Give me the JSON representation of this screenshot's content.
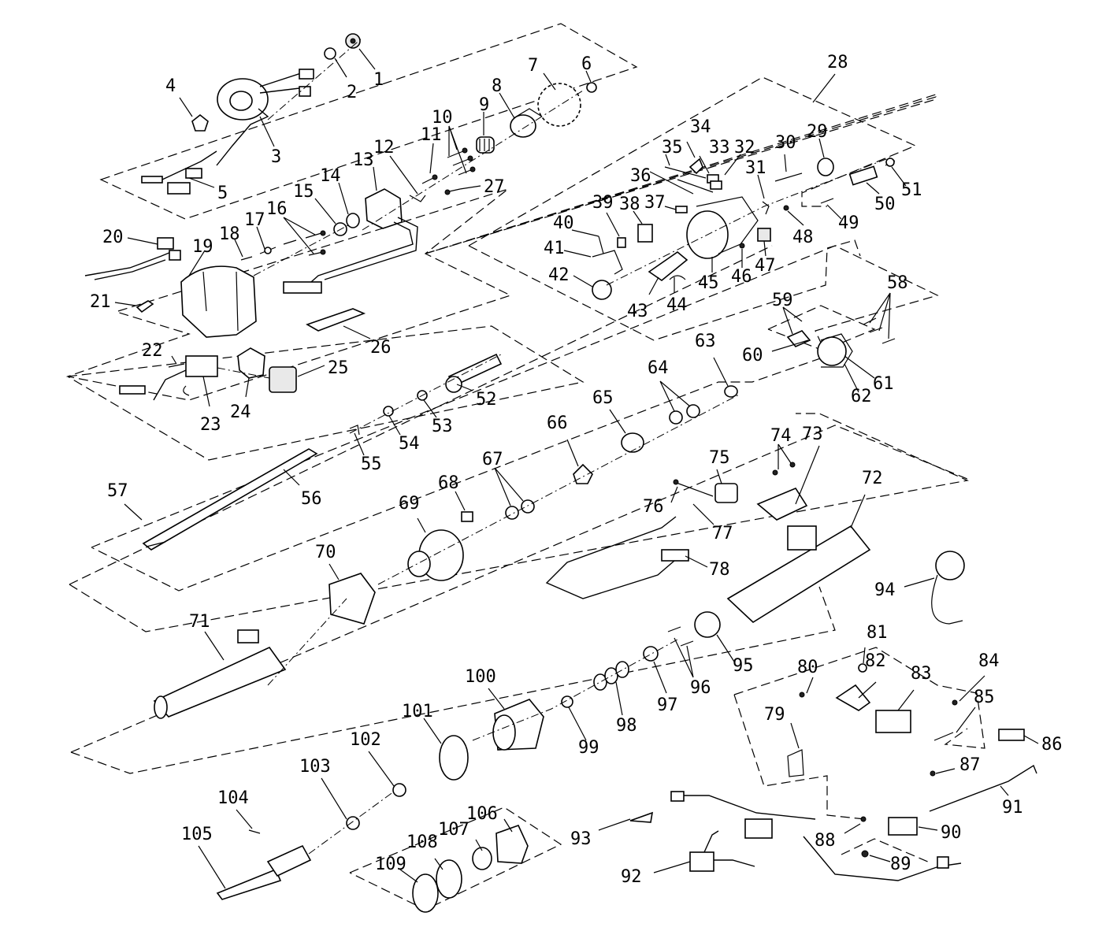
{
  "labels": {
    "l1": "1",
    "l2": "2",
    "l3": "3",
    "l4": "4",
    "l5": "5",
    "l6": "6",
    "l7": "7",
    "l8": "8",
    "l9": "9",
    "l10": "10",
    "l11": "11",
    "l12": "12",
    "l13": "13",
    "l14": "14",
    "l15": "15",
    "l16": "16",
    "l17": "17",
    "l18": "18",
    "l19": "19",
    "l20": "20",
    "l21": "21",
    "l22": "22",
    "l23": "23",
    "l24": "24",
    "l25": "25",
    "l26": "26",
    "l27": "27",
    "l28": "28",
    "l29": "29",
    "l30": "30",
    "l31": "31",
    "l32": "32",
    "l33": "33",
    "l34": "34",
    "l35": "35",
    "l36": "36",
    "l37": "37",
    "l38": "38",
    "l39": "39",
    "l40": "40",
    "l41": "41",
    "l42": "42",
    "l43": "43",
    "l44": "44",
    "l45": "45",
    "l46": "46",
    "l47": "47",
    "l48": "48",
    "l49": "49",
    "l50": "50",
    "l51": "51",
    "l52": "52",
    "l53": "53",
    "l54": "54",
    "l55": "55",
    "l56": "56",
    "l57": "57",
    "l58": "58",
    "l59": "59",
    "l60": "60",
    "l61": "61",
    "l62": "62",
    "l63": "63",
    "l64": "64",
    "l65": "65",
    "l66": "66",
    "l67": "67",
    "l68": "68",
    "l69": "69",
    "l70": "70",
    "l71": "71",
    "l72": "72",
    "l73": "73",
    "l74": "74",
    "l75": "75",
    "l76": "76",
    "l77": "77",
    "l78": "78",
    "l79": "79",
    "l80": "80",
    "l81": "81",
    "l82": "82",
    "l83": "83",
    "l84": "84",
    "l85": "85",
    "l86": "86",
    "l87": "87",
    "l88": "88",
    "l89": "89",
    "l90": "90",
    "l91": "91",
    "l92": "92",
    "l93": "93",
    "l94": "94",
    "l95": "95",
    "l96": "96",
    "l97": "97",
    "l98": "98",
    "l99": "99",
    "l100": "100",
    "l101": "101",
    "l102": "102",
    "l103": "103",
    "l104": "104",
    "l105": "105",
    "l106": "106",
    "l107": "107",
    "l108": "108",
    "l109": "109"
  },
  "colors": {
    "ink": "#000000",
    "paper": "#ffffff",
    "shade": "#e9e9e9"
  }
}
